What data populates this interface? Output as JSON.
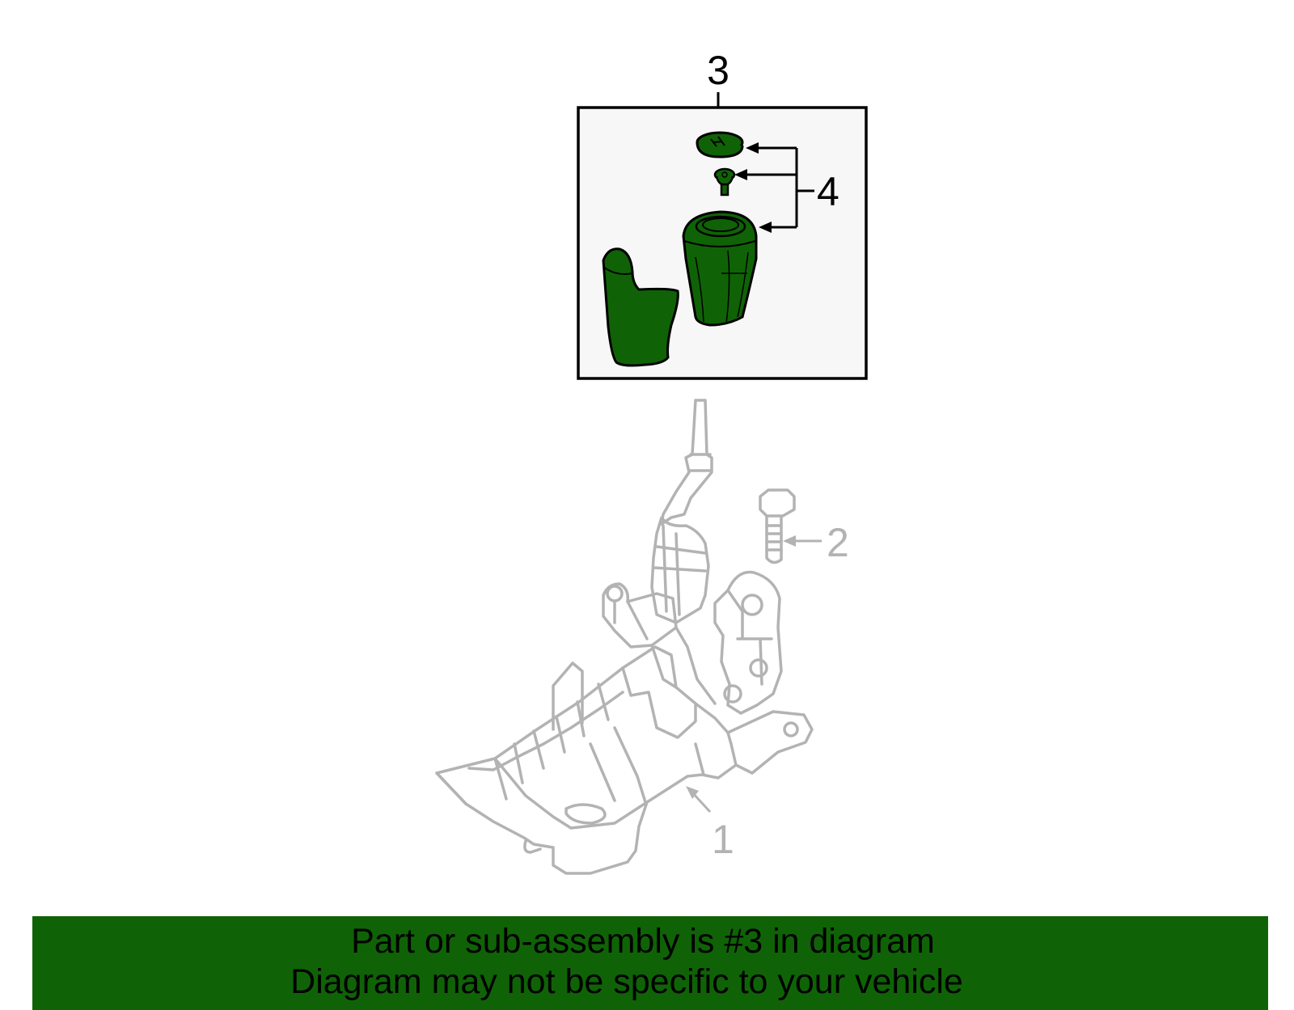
{
  "diagram": {
    "callouts": [
      {
        "number": "1"
      },
      {
        "number": "2"
      },
      {
        "number": "3"
      },
      {
        "number": "4"
      }
    ]
  },
  "banner": {
    "line1": "Part or sub-assembly is #3 in diagram",
    "line2": "Diagram may not be specific to your vehicle"
  },
  "colors": {
    "highlight_fill": "#0f6306",
    "ghost_stroke": "#b3b3b3",
    "inset_background": "#f7f7f7",
    "banner_background": "#0f6306"
  }
}
